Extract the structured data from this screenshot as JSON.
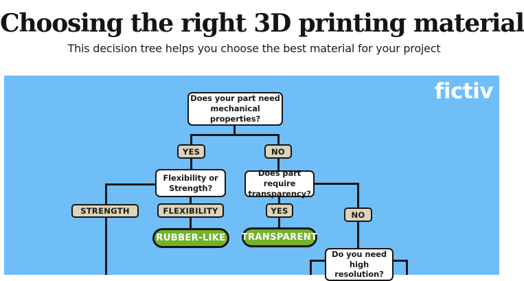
{
  "header": {
    "title": "Choosing the right 3D printing material",
    "subtitle": "This decision tree helps you choose the best material for your project"
  },
  "brand": {
    "logo_text": "fictiv"
  },
  "colors": {
    "panel_blue": "#6fbef8",
    "answer_tan": "#dbd3ba",
    "material_green": "#72b32b",
    "line_black": "#161616",
    "question_white": "#ffffff"
  },
  "flowchart": {
    "questions": {
      "mechanical": "Does your part need\nmechanical properties?",
      "flex_or_strength": "Flexibility or\nStrength?",
      "transparency": "Does part require\ntransparency?",
      "resolution": "Do you need\nhigh resolution?"
    },
    "answers": {
      "yes1": "YES",
      "no1": "NO",
      "strength": "STRENGTH",
      "flexibility": "FLEXIBILITY",
      "yes2": "YES",
      "no2": "NO"
    },
    "materials": {
      "rubber_like": "RUBBER-LIKE",
      "transparent": "TRANSPARENT"
    }
  }
}
